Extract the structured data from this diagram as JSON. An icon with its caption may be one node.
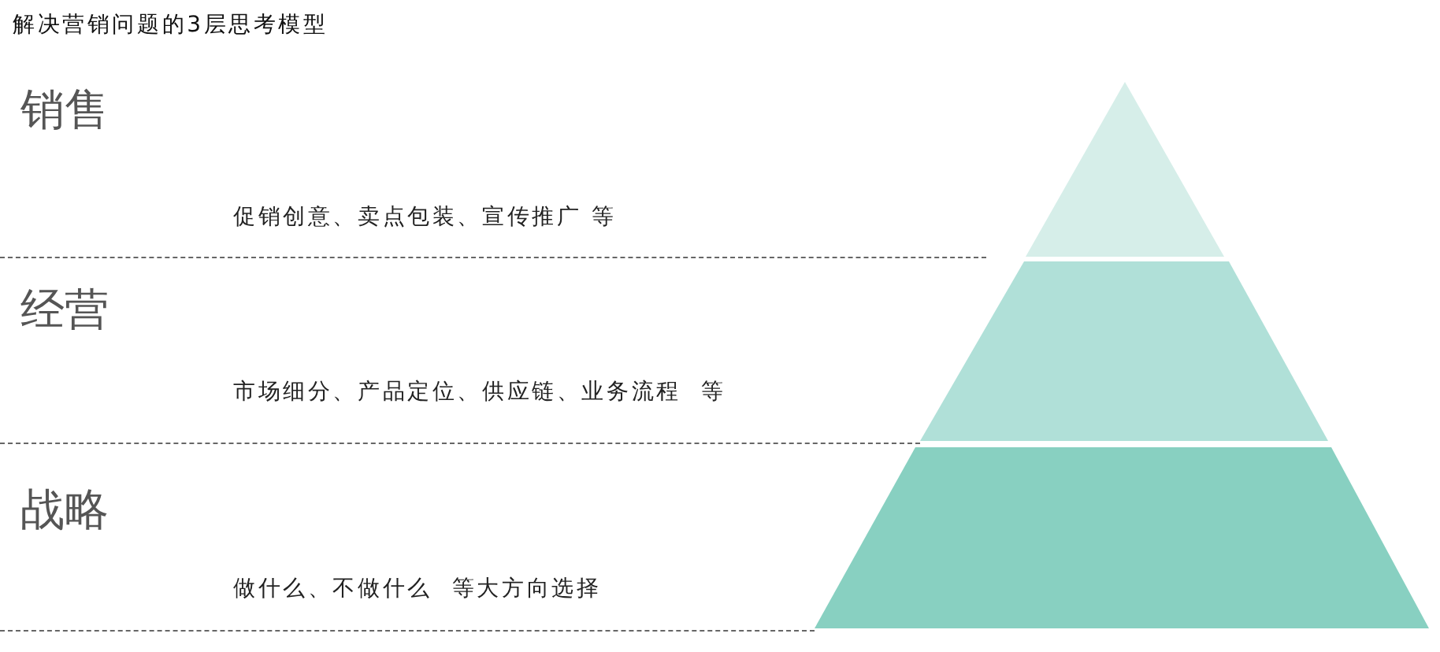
{
  "diagram": {
    "title": "解决营销问题的3层思考模型",
    "nodes": [
      {
        "text": [
          "销售",
          "促销创意、卖点包装、宣传推广 等"
        ]
      },
      {
        "text": [
          "经营",
          "市场细分、产品定位、供应链、业务流程  等"
        ]
      },
      {
        "text": [
          "战略",
          "做什么、不做什么  等大方向选择"
        ]
      },
      {
        "text": [],
        "shape": "triangle"
      },
      {
        "text": [],
        "shape": "trapezoid"
      },
      {
        "text": [],
        "shape": "trapezoid"
      }
    ]
  }
}
